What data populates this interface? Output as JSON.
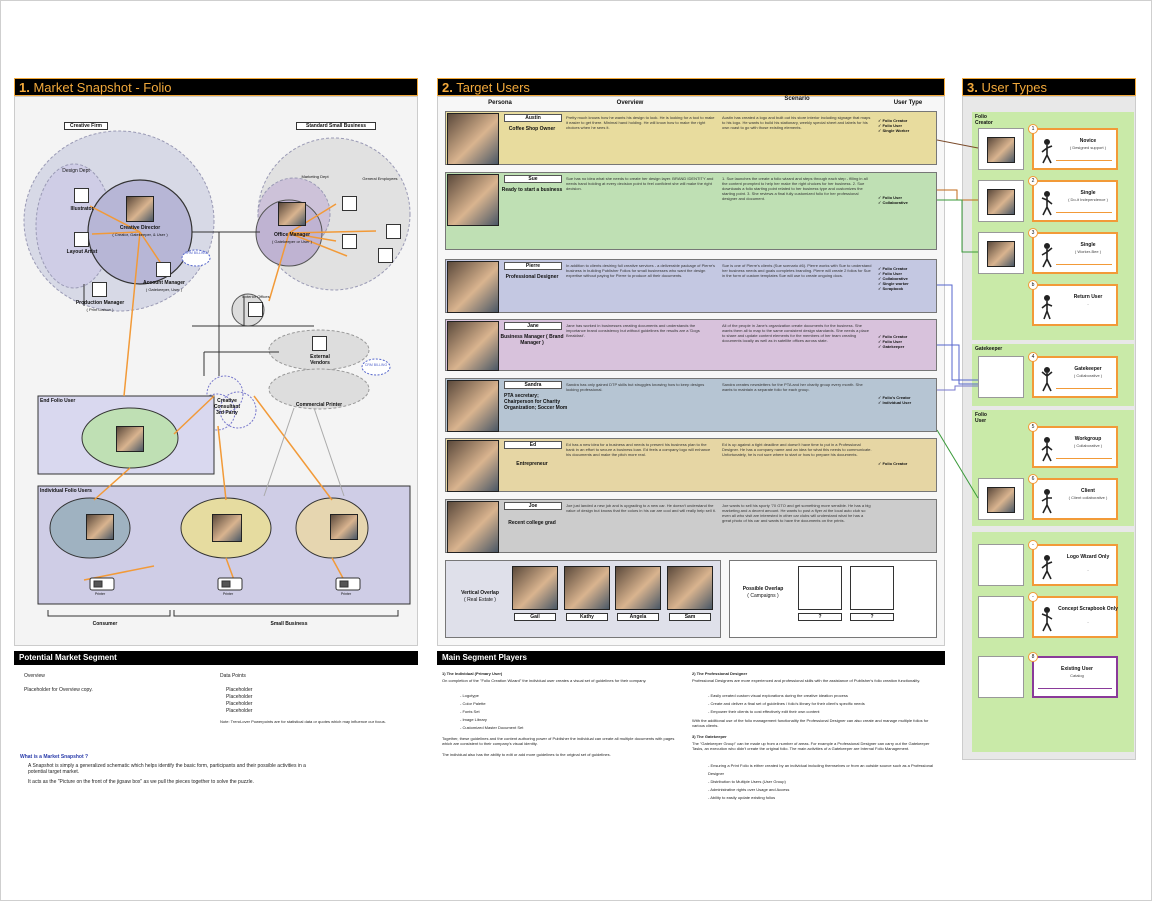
{
  "sections": {
    "market": {
      "num": "1.",
      "title": "Market Snapshot - Folio"
    },
    "target": {
      "num": "2.",
      "title": "Target Users"
    },
    "types": {
      "num": "3.",
      "title": "User Types"
    }
  },
  "market": {
    "creative_firm": "Creative Firm",
    "small_business": "Standard Small Business",
    "design_dept": "Design Dept",
    "illustrator": "Illustrator",
    "layout_artist": "Layout Artist",
    "creative_director": "Creative Director",
    "creative_director_sub": "( Creator, Gatekeeper, & User )",
    "account_manager": "Account Manager",
    "account_manager_sub": "( Gatekeeper, User )",
    "crm_billing": "CRM BILLING",
    "production_manager": "Production Manager",
    "production_manager_sub": "( Print Liaison )",
    "marketing_dept": "Marketing Dept",
    "general_employees": "General Employees",
    "office_manager": "Office Manager",
    "office_manager_sub": "( Gatekeeper or User )",
    "exterior_offices": "Exterior Offices",
    "external_vendors": "External Vendors",
    "crm_billing_2": "CRM BILLING",
    "creative_consultant": "Creative Consultant 3rd Party",
    "commercial_printer": "Commercial Printer",
    "end_folio_user": "End Folio User",
    "individual_folio_users": "Individual Folio Users",
    "printer_label": "Printer",
    "consumer": "Consumer",
    "small_business_footer": "Small Business"
  },
  "potential": {
    "bar": "Potential Market Segment",
    "overview_h": "Overview",
    "overview_body": "Placeholder for Overview copy.",
    "data_points_h": "Data Points",
    "data_points": [
      "Placeholder",
      "Placeholder",
      "Placeholder",
      "Placeholder"
    ],
    "note": "Note: Trend-over Powerpoints are for statistical data or quotes which may influence our focus.",
    "what_h": "What is a Market Snapshot ?",
    "what_body": "A Snapshot is simply a generalized schematic which helps identify the basic form, participants and their possible activities in a potential target market.",
    "what_body2": "It acts as the \"Picture on the front of the jigsaw box\" as we pull the pieces together to solve the puzzle."
  },
  "target": {
    "headers": {
      "persona": "Persona",
      "overview": "Overview",
      "scenario": "Scenario",
      "user_type": "User Type"
    },
    "rows": [
      {
        "name": "Austin",
        "role": "Coffee Shop Owner",
        "color": "#e8dc9e",
        "overview": "Pretty much knows how he wants his design to look. He is looking for a tool to make it easier to get there. Minimal hand holding. He will know how to make the right choices when he sees it.",
        "scenario": "Austin has created a logo and built out his store interior including signage that maps to his logo. He wants to build his stationary, weekly special sheet and labels for his own roast to go with those existing elements.",
        "types": [
          "Folio Creator",
          "Folio User",
          "Single Worker"
        ]
      },
      {
        "name": "Sue",
        "role": "Ready to start a business",
        "color": "#bfe0b4",
        "overview": "Sue has no idea what she needs to create her design layer. BRAND IDENTITY and needs hand holding at every decision point to feel confident she will make the right decision.",
        "scenario": "1. Sue launches the create a folio wizard and steps through each step - filling in all the content prompted to help her make the right choices for her business. 2. Sue downloads a folio starting point related to her business type and customizes the starting point. 3. She reviews a final fully customized folio for her professional designer and document.",
        "types": [
          "Folio User",
          "Collaborative"
        ]
      },
      {
        "name": "Pierre",
        "role": "Professional Designer",
        "color": "#c4c8e2",
        "overview": "In addition to clients desiring full creative services - a deliverable package of Pierre's business in building Publisher Folios for small businesses who want the design expertise without paying for Pierre to produce all their documents.",
        "scenario": "Sue is one of Pierre's clients (Sue scenario #6). Pierre works with Sue to understand her business needs and goals completes branding. Pierre will create 2 folios for Sue in the form of custom templates Sue will use to create ongoing docs.",
        "types": [
          "Folio Creator",
          "Folio User",
          "Collaborative",
          "Single worker",
          "Scrapbook"
        ]
      },
      {
        "name": "Jane",
        "role": "Business Manager ( Brand Manager )",
        "color": "#d8c2dc",
        "overview": "Jane has worked in businesses creating documents and understands the importance brand consistency but without guidelines the results are a 'Dogs Breakfast'.",
        "scenario": "All of the people in Jane's organization create documents for the business. She wants them all to map to the same consistent design standards. She needs a place to share and update content elements for the members of her team creating documents locally as well as in satellite offices across state.",
        "types": [
          "Folio Creator",
          "Folio User",
          "Gatekeeper"
        ]
      },
      {
        "name": "Sandra",
        "role": "PTA secretary; Chairperson for Charity Organization; Soccer Mom",
        "color": "#b6c5d3",
        "overview": "Sandra has only gained DTP skills but struggles knowing how to keep designs looking professional.",
        "scenario": "Sandra creates newsletters for the PTA and her charity group every month. She wants to maintain a separate folio for each group.",
        "types": [
          "Folio's Creator",
          "Individual User"
        ]
      },
      {
        "name": "Ed",
        "role": "Entrepreneur",
        "color": "#e6d6a4",
        "overview": "Ed has a new idea for a business and needs to present his business plan to the bank in an effort to secure a business loan. Ed feels a company logo will enhance his documents and make the pitch more real.",
        "scenario": "Ed is up against a tight deadline and doesn't have time to put in a Professional Designer. He has a company name and an idea for what this needs to communicate. Unfortunately, he is not sure where to start or how to prepare his documents.",
        "types": [
          "Folio Creator"
        ]
      },
      {
        "name": "Joe",
        "role": "Recent college grad",
        "color": "#cccccc",
        "overview": "Joe just landed a new job and is upgrading to a new car. He doesn't understand the value of design but knows that the colors in his car are cool and will really help sell it.",
        "scenario": "Joe wants to sell his sporty '70 GTO and get something more sensible. He has a big marketing and a decent amount. He wants to post a flyer at the local auto club so even all who visit are interested in other car clubs will understand what he has a great photo of his car and wants to have the documents on the prints.",
        "types": []
      }
    ],
    "vertical_overlap": "Vertical Overlap",
    "vertical_overlap_sub": "( Real Estate )",
    "vo_people": [
      "Gail",
      "Kathy",
      "Angela",
      "Sam"
    ],
    "possible_overlap": "Possible Overlap",
    "possible_overlap_sub": "( Campaigns )",
    "po_labels": [
      "?",
      "?"
    ]
  },
  "players": {
    "bar": "Main Segment Players",
    "col1_h": "1) The Individual (Primary User)",
    "col1_body": "On completion of the \"Folio Creation Wizard\" the individual user creates a visual set of guidelines for their company.",
    "col1_list": [
      "- Logotype",
      "- Color Palette",
      "- Fonts Set",
      "- Image Library",
      "- Customized Master Document Set"
    ],
    "col1_body2": "Together, these guidelines and the content authoring power of Publisher the individual can create all multiple documents with pages which are consistent to their company's visual identity.",
    "col1_body3": "The individual also has the ability to edit or add more guidelines to the original set of guidelines.",
    "col2_h": "2) The Professional Designer",
    "col2_body": "Professional Designers are more experienced and professional skills with the assistance of Publisher's folio creation functionality.",
    "col2_list": [
      "- Easily created custom visual explorations during the creative ideation process",
      "- Create and deliver a final set of guidelines / folio's library for their client's specific needs",
      "- Empower their clients to cost effectively edit their own content"
    ],
    "col2_body2": "With the additional use of the folio management functionality the Professional Designer can also create and manage multiple folios for various clients.",
    "col3_h": "3) The Gatekeeper",
    "col3_body": "The \"Gatekeeper Group\" can be made up from a number of areas. For example a Professional Designer can carry out the Gatekeeper Tasks, an execution who didn't create the original folio. The main activities of a Gatekeeper are Internal Folio Management.",
    "col3_list": [
      "- Ensuring a Print Folio is either created by an individual including themselves or from an outside source such as a Professional Designer",
      "- Distribution to Multiple Users (User Group)",
      "- Administrative rights over Usage and Access",
      "- Ability to easily update existing folios"
    ]
  },
  "types": {
    "folio_creator": "Folio Creator",
    "gatekeeper": "Gatekeeper",
    "folio_user": "Folio User",
    "cards": [
      {
        "num": "1",
        "name": "Novice",
        "sub": "( Designed support )"
      },
      {
        "num": "2",
        "name": "Single",
        "sub": "( Do-it Independence )"
      },
      {
        "num": "3",
        "name": "Single",
        "sub": "( Worker-Bee )"
      },
      {
        "num": "b",
        "name": "Return User",
        "sub": "-"
      },
      {
        "num": "4",
        "name": "Gatekeeper",
        "sub": "( Collaborative )"
      },
      {
        "num": "5",
        "name": "Workgroup",
        "sub": "( Collaborative )"
      },
      {
        "num": "6",
        "name": "Client",
        "sub": "( Client collaborative )"
      },
      {
        "num": "-",
        "name": "Logo Wizard Only",
        "sub": "-"
      },
      {
        "num": "-",
        "name": "Concept Scrapbook Only",
        "sub": "-"
      },
      {
        "num": "8",
        "name": "Existing User",
        "sub": "Catalog"
      }
    ]
  },
  "colors": {
    "accent": "#f2a93b",
    "orange_line": "#f29a38",
    "lavender": "#cfcde6",
    "green_panel": "#c9eaa8"
  }
}
